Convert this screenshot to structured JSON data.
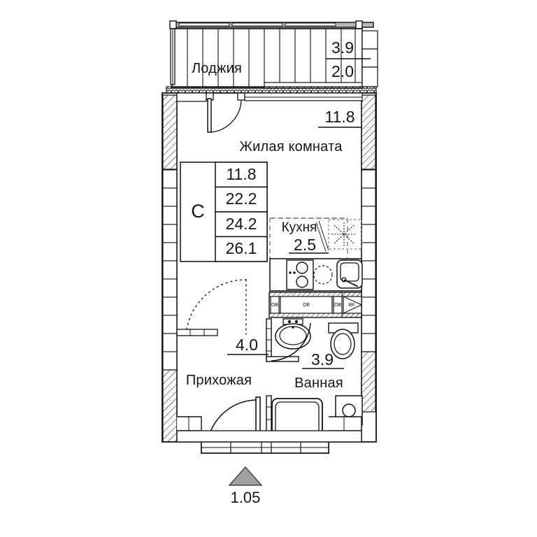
{
  "plan": {
    "type": "apartment-floor-plan",
    "title": "Studio apartment floor plan",
    "unit_letter": "С",
    "background_color": "#ffffff",
    "line_color": "#111111",
    "marker_color": "#999999"
  },
  "rooms": [
    {
      "id": "loggia",
      "name": "Лоджия",
      "area": "3.9",
      "area_reduced": "2.0"
    },
    {
      "id": "living-room",
      "name": "Жилая комната",
      "area": "11.8"
    },
    {
      "id": "kitchen",
      "name": "Кухня",
      "area": "2.5"
    },
    {
      "id": "hallway",
      "name": "Прихожая",
      "area": "4.0"
    },
    {
      "id": "bathroom",
      "name": "Ванная",
      "area": "3.9"
    }
  ],
  "summary_table": {
    "letter": "С",
    "values": [
      "11.8",
      "22.2",
      "24.2",
      "26.1"
    ]
  },
  "level_marker": {
    "value": "1.05",
    "icon": "triangle-up-marker"
  },
  "shafts": [
    {
      "label": "ОВ"
    },
    {
      "label": "ОВ"
    },
    {
      "label": "ОВ"
    },
    {
      "label": "ВК"
    }
  ],
  "fixtures": [
    {
      "name": "stove-icon"
    },
    {
      "name": "kitchen-sink-icon"
    },
    {
      "name": "bathroom-sink-icon"
    },
    {
      "name": "toilet-icon"
    },
    {
      "name": "shower-tray-icon"
    },
    {
      "name": "washing-machine-icon"
    },
    {
      "name": "ventilation-star-icon"
    },
    {
      "name": "radiator-icon"
    }
  ]
}
